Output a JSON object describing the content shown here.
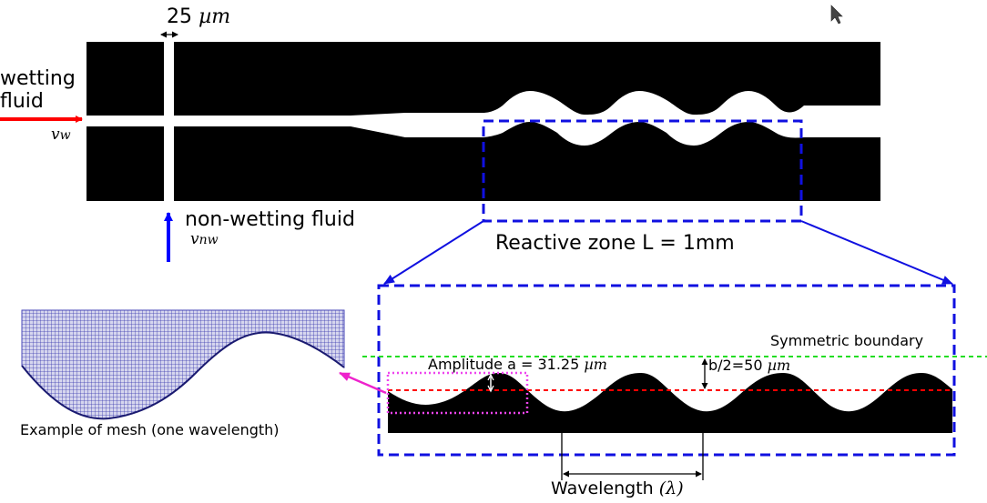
{
  "labels": {
    "channel_width": "25",
    "channel_width_unit": "µm",
    "wetting_fluid_line1": "wetting",
    "wetting_fluid_line2": "fluid",
    "v_w_symbol": "v",
    "v_w_subscript": "w",
    "non_wetting_fluid": "non-wetting fluid",
    "v_nw_symbol": "v",
    "v_nw_subscript": "nw",
    "reactive_zone": "Reactive zone L = 1mm",
    "symmetric_boundary": "Symmetric boundary",
    "amplitude_text": "Amplitude a = 31.25",
    "amplitude_unit": "µm",
    "half_width_text": "b/2=50",
    "half_width_unit": "µm",
    "wavelength_text": "Wavelength",
    "wavelength_symbol": "(λ)",
    "mesh_example": "Example of mesh (one wavelength)"
  },
  "colors": {
    "solid": "#000000",
    "wetting_arrow": "#ff0000",
    "non_wetting_arrow": "#0000ff",
    "zone_box": "#1010e0",
    "symmetric_line": "#22dd22",
    "mean_line": "#ff0000",
    "mesh_box": "#ee44ee",
    "mesh_arrow": "#ee22cc",
    "mesh_fill": "#4a4ab8"
  },
  "icons": [
    "cursor-icon"
  ]
}
